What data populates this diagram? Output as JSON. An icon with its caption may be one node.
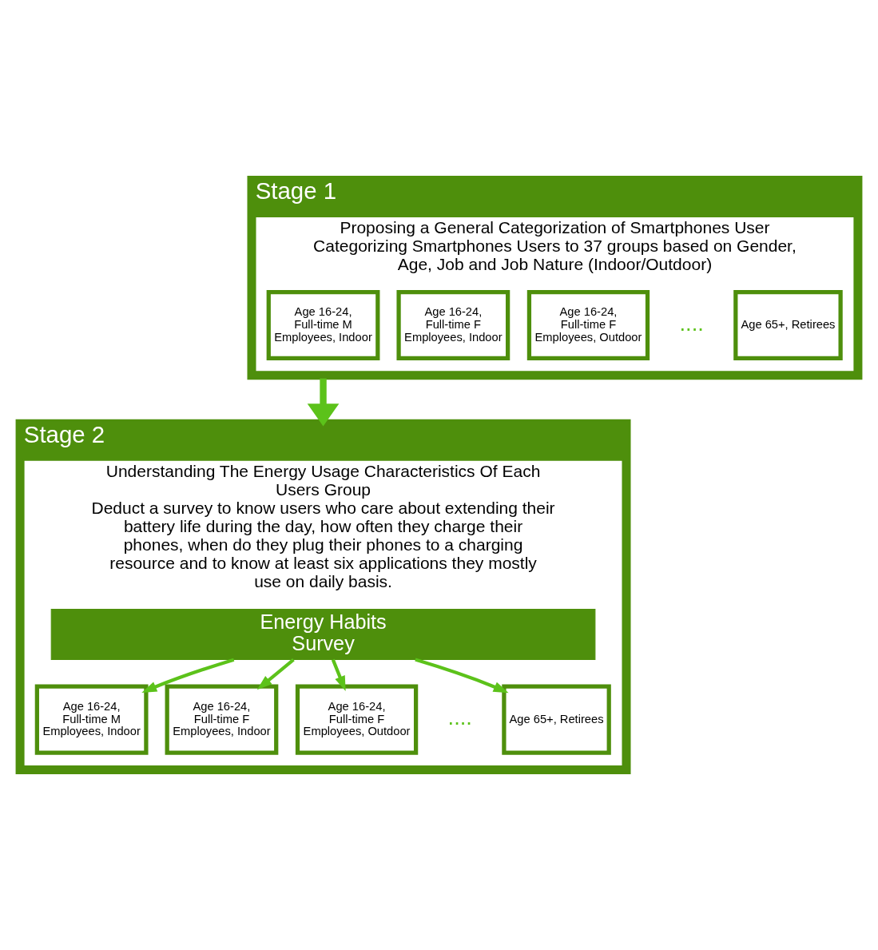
{
  "diagram": {
    "nodes": [
      {
        "text": [
          "Stage 1"
        ]
      },
      {
        "text": [
          "Proposing a General Categorization of Smartphones User",
          "Categorizing Smartphones Users to 37 groups based on Gender, Age, Job and Job Nature (Indoor/Outdoor)"
        ],
        "in": 0
      },
      {
        "text": [
          "Age 16-24, Full-time M Employees, Indoor"
        ],
        "in": 1
      },
      {
        "text": [
          "Age 16-24, Full-time F Employees, Indoor"
        ],
        "in": 1
      },
      {
        "text": [
          "Age 16-24, Full-time F Employees, Outdoor"
        ],
        "in": 1
      },
      {
        "text": [
          "Age 65+, Retirees"
        ],
        "in": 1
      },
      {
        "text": [
          "Stage 2"
        ]
      },
      {
        "text": [
          "Understanding The Energy Usage Characteristics Of Each Users Group",
          "Deduct a survey to know users who care about extending their battery life during the day, how often they charge their phones, when do they plug their phones to a charging resource and to know at least six applications they mostly use on daily basis."
        ],
        "in": 6
      },
      {
        "text": [
          "Energy Habits Survey"
        ],
        "in": 7
      },
      {
        "text": [
          "Age 16-24, Full-time M Employees, Indoor"
        ],
        "in": 7
      },
      {
        "text": [
          "Age 16-24, Full-time F Employees, Indoor"
        ],
        "in": 7
      },
      {
        "text": [
          "Age 16-24, Full-time F Employees, Outdoor"
        ],
        "in": 7
      },
      {
        "text": [
          "Age 65+, Retirees"
        ],
        "in": 7
      }
    ],
    "edges": [
      {
        "from": 0,
        "to": 6,
        "arrow": "to",
        "style": "thick"
      },
      {
        "from": 8,
        "to": 9,
        "arrow": "to"
      },
      {
        "from": 8,
        "to": 10,
        "arrow": "to"
      },
      {
        "from": 8,
        "to": 11,
        "arrow": "to"
      },
      {
        "from": 8,
        "to": 12,
        "arrow": "to"
      }
    ],
    "labels": [
      "....",
      "...."
    ]
  }
}
